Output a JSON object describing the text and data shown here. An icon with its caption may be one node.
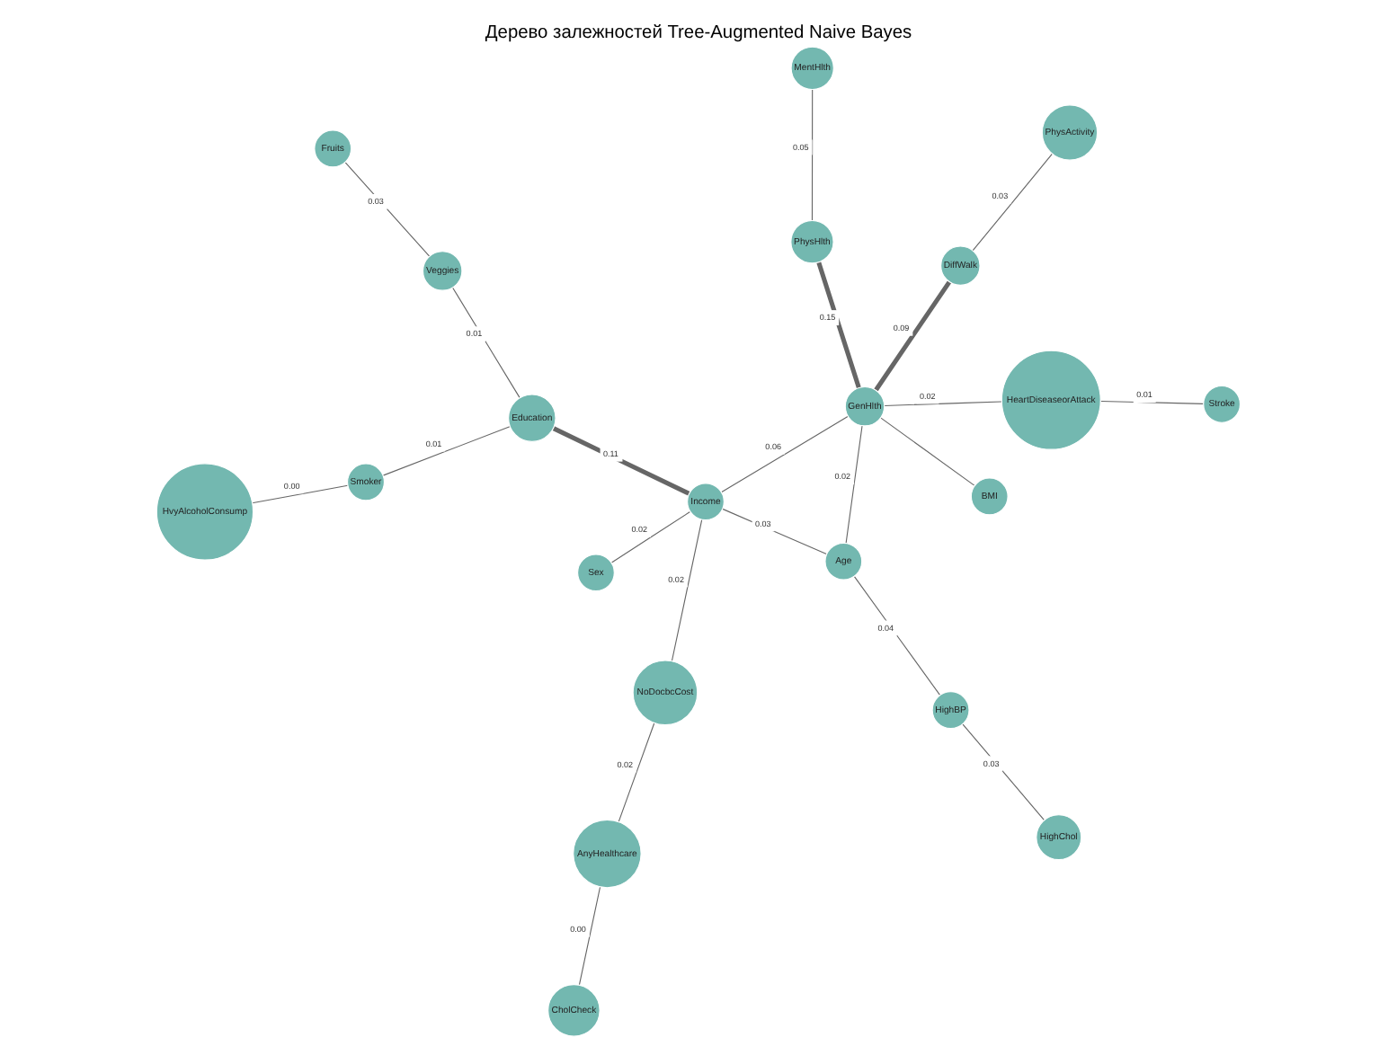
{
  "diagram": {
    "title": "Дерево залежностей Tree-Augmented Naive Bayes",
    "nodes": [
      {
        "text": [
          "DiffWalk"
        ]
      },
      {
        "text": [
          "HighBP"
        ]
      },
      {
        "text": [
          "NoDocbcCost"
        ]
      },
      {
        "text": [
          "Fruits"
        ]
      },
      {
        "text": [
          "Stroke"
        ]
      },
      {
        "text": [
          "Smoker"
        ]
      },
      {
        "text": [
          "Sex"
        ]
      },
      {
        "text": [
          "BMI"
        ]
      },
      {
        "text": [
          "HighChol"
        ]
      },
      {
        "text": [
          "GenHlth"
        ]
      },
      {
        "text": [
          "Income"
        ]
      },
      {
        "text": [
          "Education"
        ]
      },
      {
        "text": [
          "HeartDiseaseorAttack"
        ]
      },
      {
        "text": [
          "PhysActivity"
        ]
      },
      {
        "text": [
          "AnyHealthcare"
        ]
      },
      {
        "text": [
          "PhysHlth"
        ]
      },
      {
        "text": [
          "CholCheck"
        ]
      },
      {
        "text": [
          "HvyAlcoholConsump"
        ]
      },
      {
        "text": [
          "Age"
        ]
      },
      {
        "text": [
          "Veggies"
        ]
      },
      {
        "text": [
          "MentHlth"
        ]
      }
    ],
    "edges": [
      {
        "from": 7,
        "to": 9,
        "arrow": "none"
      },
      {
        "from": 0,
        "to": 9,
        "arrow": "none",
        "label": "0.09",
        "style": "thick"
      },
      {
        "from": 0,
        "to": 13,
        "arrow": "none",
        "label": "0.03"
      },
      {
        "from": 9,
        "to": 10,
        "arrow": "none",
        "label": "0.06"
      },
      {
        "from": 2,
        "to": 10,
        "arrow": "none",
        "label": "0.02"
      },
      {
        "from": 2,
        "to": 14,
        "arrow": "none",
        "label": "0.02"
      },
      {
        "from": 6,
        "to": 10,
        "arrow": "none",
        "label": "0.02"
      },
      {
        "from": 4,
        "to": 12,
        "arrow": "none",
        "label": "0.01"
      },
      {
        "from": 1,
        "to": 8,
        "arrow": "none",
        "label": "0.03"
      },
      {
        "from": 1,
        "to": 18,
        "arrow": "none",
        "label": "0.04"
      },
      {
        "from": 3,
        "to": 19,
        "arrow": "none",
        "label": "0.03"
      },
      {
        "from": 5,
        "to": 17,
        "arrow": "none",
        "label": "0.00"
      },
      {
        "from": 5,
        "to": 11,
        "arrow": "none",
        "label": "0.01"
      },
      {
        "from": 10,
        "to": 11,
        "arrow": "none",
        "label": "0.11",
        "style": "thick"
      },
      {
        "from": 9,
        "to": 12,
        "arrow": "none",
        "label": "0.02"
      },
      {
        "from": 9,
        "to": 15,
        "arrow": "none",
        "label": "0.15",
        "style": "thick"
      },
      {
        "from": 9,
        "to": 18,
        "arrow": "none",
        "label": "0.02"
      },
      {
        "from": 10,
        "to": 18,
        "arrow": "none",
        "label": "0.03"
      },
      {
        "from": 14,
        "to": 16,
        "arrow": "none",
        "label": "0.00"
      },
      {
        "from": 11,
        "to": 19,
        "arrow": "none",
        "label": "0.01"
      },
      {
        "from": 15,
        "to": 20,
        "arrow": "none",
        "label": "0.05"
      }
    ]
  }
}
